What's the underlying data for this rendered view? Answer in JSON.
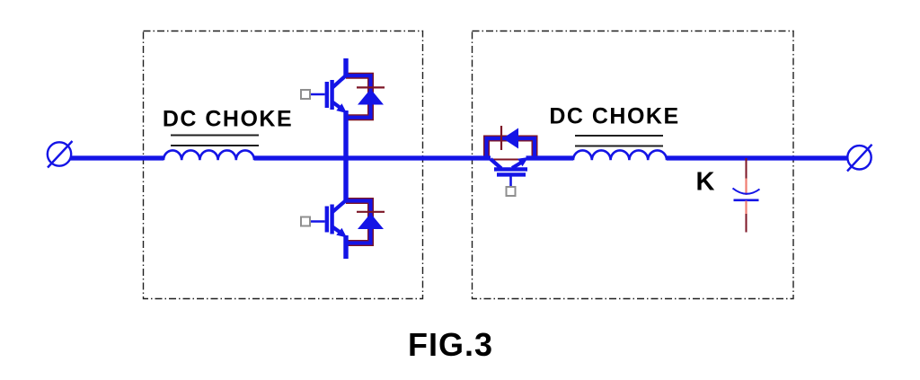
{
  "figure": {
    "caption": "FIG.3"
  },
  "left_converter": {
    "choke_label": "DC CHOKE",
    "components": [
      "dc-choke-inductor",
      "igbt-top-with-diode",
      "igbt-bottom-with-diode"
    ]
  },
  "right_converter": {
    "choke_label": "DC CHOKE",
    "contactor_label": "K",
    "components": [
      "series-igbt-with-diode",
      "dc-choke-inductor",
      "capacitor"
    ]
  },
  "colors": {
    "wire": "#1414e6",
    "outline": "#7d1626",
    "lead": "#f07d72",
    "ink": "#1f1f1f",
    "pad": "#8f8f8f",
    "text": "#000000",
    "background": "#ffffff"
  }
}
